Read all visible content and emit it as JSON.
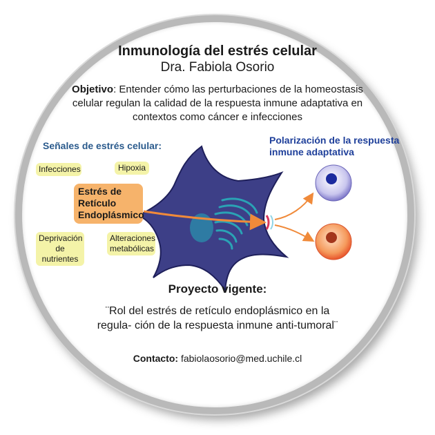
{
  "header": {
    "title": "Inmunología del estrés celular",
    "author": "Dra. Fabiola Osorio"
  },
  "objective": {
    "label": "Objetivo",
    "text": ": Entender cómo las perturbaciones de la homeostasis celular regulan la calidad de la respuesta inmune adaptativa en contextos como cáncer e infecciones"
  },
  "signals": {
    "title": "Señales de estrés celular:",
    "items": [
      "Infecciones",
      "Hipoxia",
      "Deprivación de nutrientes",
      "Alteraciones metabólicas"
    ],
    "center": "Estrés de Retículo Endoplásmico"
  },
  "polarization": {
    "title": "Polarización de la respuesta inmune adaptativa"
  },
  "colors": {
    "cell": "#3d3f87",
    "er": "#2aa3b5",
    "arrow": "#f08a3a",
    "tag": "#f4f3a8",
    "stress": "#f6b36b",
    "cell_blue_nucleus": "#1c2b9e",
    "cell_red": "#e8552c"
  },
  "project": {
    "title": "Proyecto vigente:",
    "text": "¨Rol del estrés de retículo endoplásmico en la regula- ción de la respuesta inmune anti-tumoral¨"
  },
  "contact": {
    "label": "Contacto:",
    "email": "fabiolaosorio@med.uchile.cl"
  }
}
